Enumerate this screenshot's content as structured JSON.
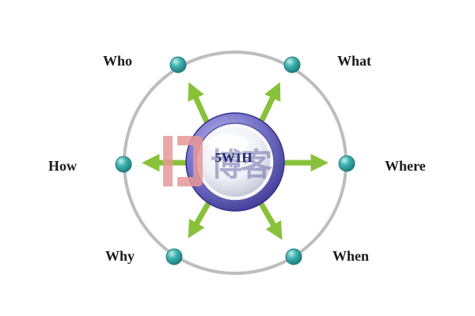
{
  "center": {
    "label": "5W1H"
  },
  "nodes": [
    {
      "key": "who",
      "label": "Who"
    },
    {
      "key": "what",
      "label": "What"
    },
    {
      "key": "how",
      "label": "How"
    },
    {
      "key": "where",
      "label": "Where"
    },
    {
      "key": "why",
      "label": "Why"
    },
    {
      "key": "when",
      "label": "When"
    }
  ],
  "watermark": {
    "latin": "IT",
    "text": "博客"
  },
  "colors": {
    "ring": "#bdbdbd",
    "node": "#2a9a9a",
    "arrow": "#88c13a",
    "hub_ring": "#6a67b8",
    "watermark_red": "#e89898",
    "watermark_blue": "#8a8ac8"
  }
}
